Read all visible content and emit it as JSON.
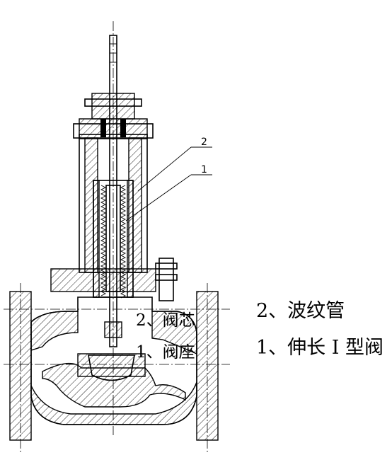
{
  "diagram": {
    "callouts": [
      {
        "id": "callout-2",
        "number": "2"
      },
      {
        "id": "callout-1",
        "number": "1"
      }
    ],
    "legend": [
      {
        "id": "legend-2",
        "text": "2、波纹管"
      },
      {
        "id": "legend-1",
        "text": "1、伸长 I 型阀"
      }
    ],
    "overlay_labels": [
      {
        "id": "overlay-valve-core",
        "text": "2、阀芯"
      },
      {
        "id": "overlay-valve-seat",
        "text": "1、阀座"
      }
    ]
  }
}
